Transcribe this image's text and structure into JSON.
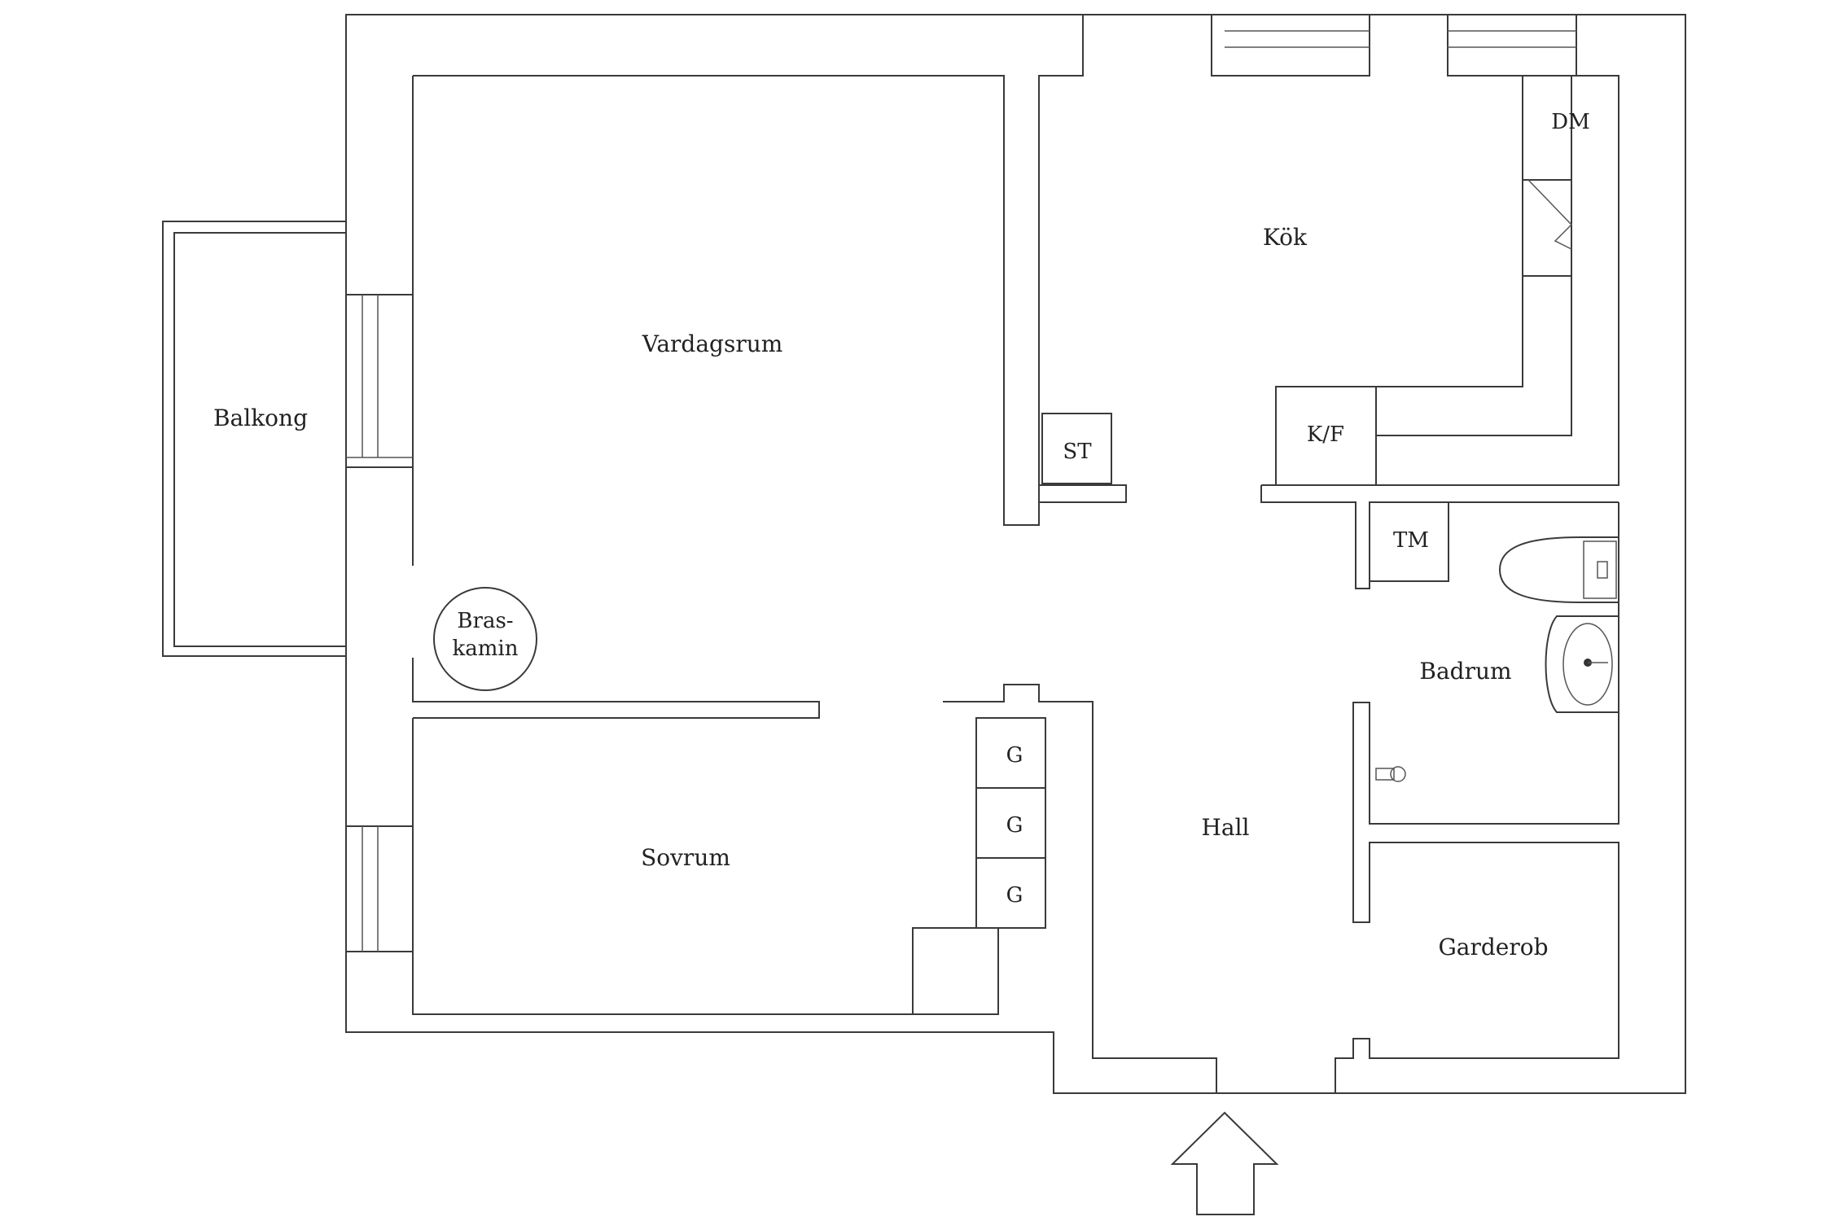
{
  "rooms": {
    "balkong": "Balkong",
    "vardagsrum": "Vardagsrum",
    "kok": "Kök",
    "sovrum": "Sovrum",
    "hall": "Hall",
    "badrum": "Badrum",
    "garderob": "Garderob"
  },
  "fixtures": {
    "dm": "DM",
    "kf": "K/F",
    "st": "ST",
    "tm": "TM",
    "braskamin_line1": "Bras-",
    "braskamin_line2": "kamin",
    "g1": "G",
    "g2": "G",
    "g3": "G"
  }
}
